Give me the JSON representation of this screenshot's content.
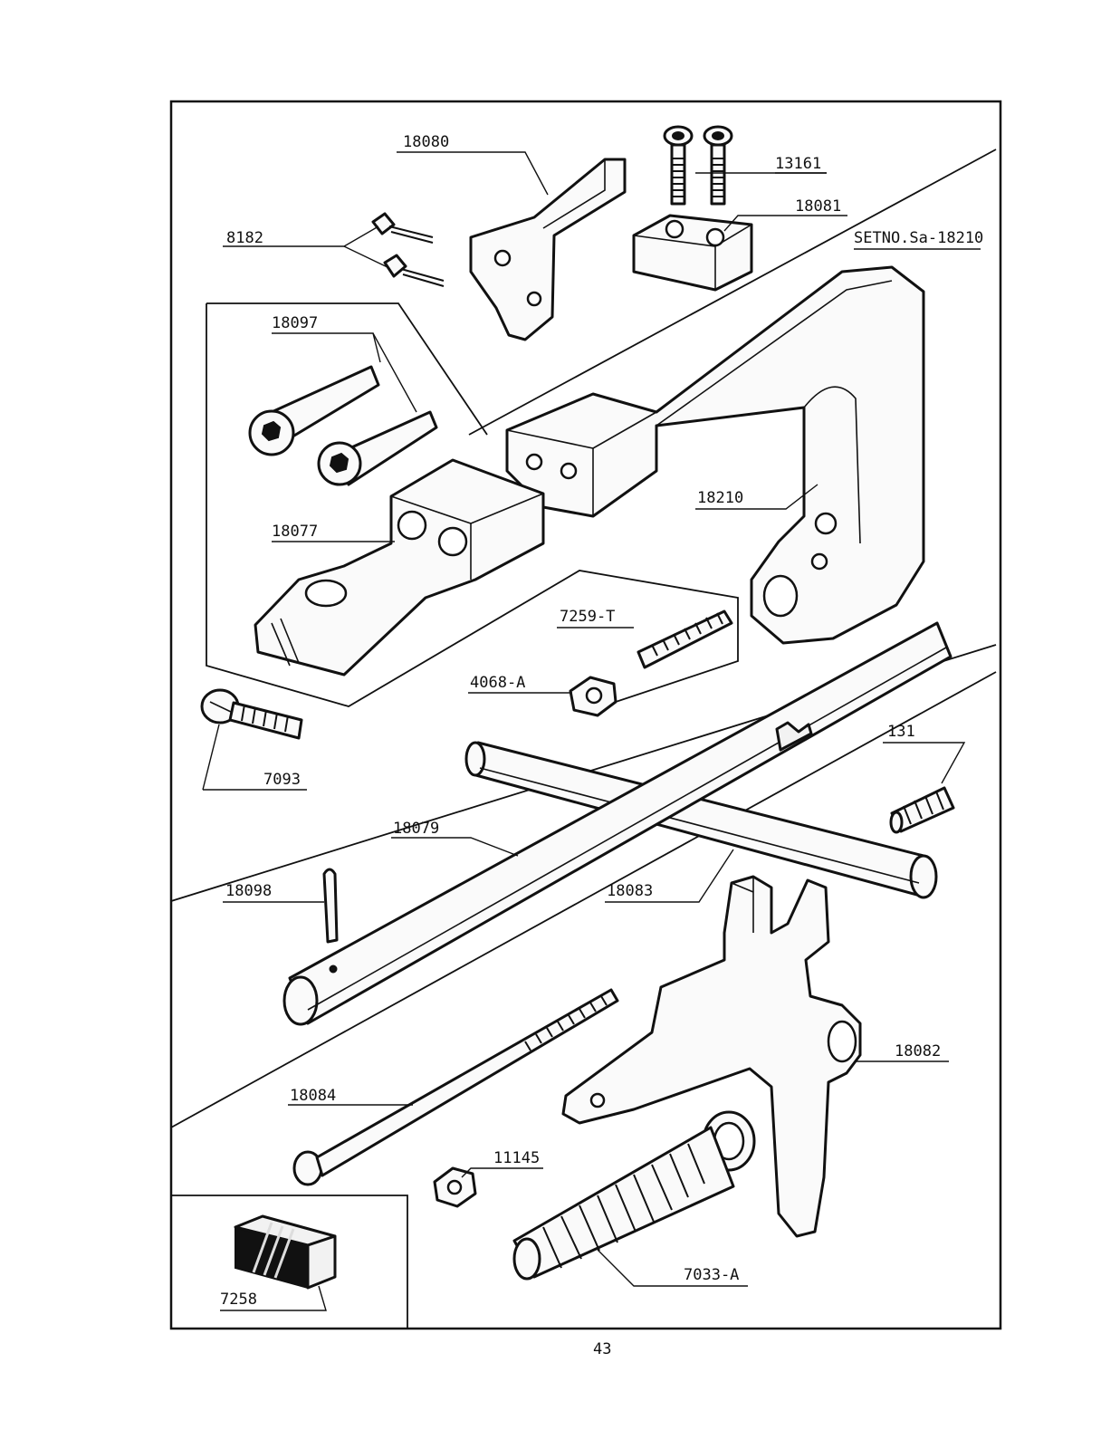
{
  "set_number": "SETNO.Sa-18210",
  "page_number": "43",
  "parts": [
    {
      "id": "p18080",
      "number": "18080"
    },
    {
      "id": "p13161",
      "number": "13161"
    },
    {
      "id": "p18081",
      "number": "18081"
    },
    {
      "id": "p8182",
      "number": "8182"
    },
    {
      "id": "p18097",
      "number": "18097"
    },
    {
      "id": "p18077",
      "number": "18077"
    },
    {
      "id": "p18210",
      "number": "18210"
    },
    {
      "id": "p7259t",
      "number": "7259-T"
    },
    {
      "id": "p4068a",
      "number": "4068-A"
    },
    {
      "id": "p7093",
      "number": "7093"
    },
    {
      "id": "p131",
      "number": "131"
    },
    {
      "id": "p18079",
      "number": "18079"
    },
    {
      "id": "p18098",
      "number": "18098"
    },
    {
      "id": "p18083",
      "number": "18083"
    },
    {
      "id": "p18082",
      "number": "18082"
    },
    {
      "id": "p18084",
      "number": "18084"
    },
    {
      "id": "p11145",
      "number": "11145"
    },
    {
      "id": "p7033a",
      "number": "7033-A"
    },
    {
      "id": "p7258",
      "number": "7258"
    }
  ]
}
